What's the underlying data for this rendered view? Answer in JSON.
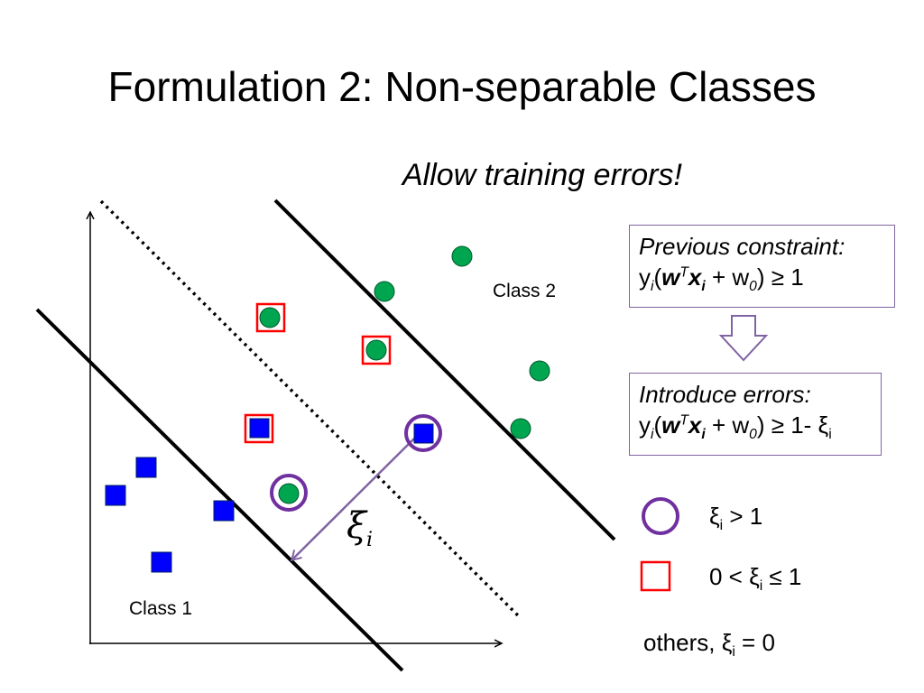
{
  "slide": {
    "title": "Formulation 2: Non-separable Classes",
    "subtitle": "Allow training errors!"
  },
  "constraints": {
    "previous": {
      "heading": "Previous constraint:",
      "y": "y",
      "i": "i",
      "open": "(",
      "w": "w",
      "T": "T",
      "x": "x",
      "plus": " + w",
      "zero": "0",
      "rhs": ") ≥ 1"
    },
    "introduce": {
      "heading": "Introduce errors:",
      "y": "y",
      "i": "i",
      "open": "(",
      "w": "w",
      "T": "T",
      "x": "x",
      "plus": " + w",
      "zero": "0",
      "rhs": ") ≥ 1- ξ",
      "rhs_sub": "i"
    }
  },
  "legend": {
    "circle": {
      "xi": "ξ",
      "sub": "i",
      "rest": " > 1"
    },
    "square": {
      "lead": "0 < ξ",
      "sub": "i",
      "rest": " ≤ 1"
    },
    "others": {
      "lead": "others, ξ",
      "sub": "i",
      "rest": " = 0"
    }
  },
  "plot": {
    "class1_label": "Class 1",
    "class2_label": "Class 2",
    "slack_label": "ξ",
    "slack_sub": "i"
  },
  "colors": {
    "class1_point": "#0000FF",
    "class2_point": "#00A550",
    "margin_violation": "#FF0000",
    "misclassified": "#7030A0",
    "box_border": "#8064A2",
    "slack_arrow": "#8064A2"
  },
  "icons": {
    "arrow": "down-arrow-outline-icon",
    "circle": "circle-outline-icon",
    "square": "square-outline-icon"
  }
}
